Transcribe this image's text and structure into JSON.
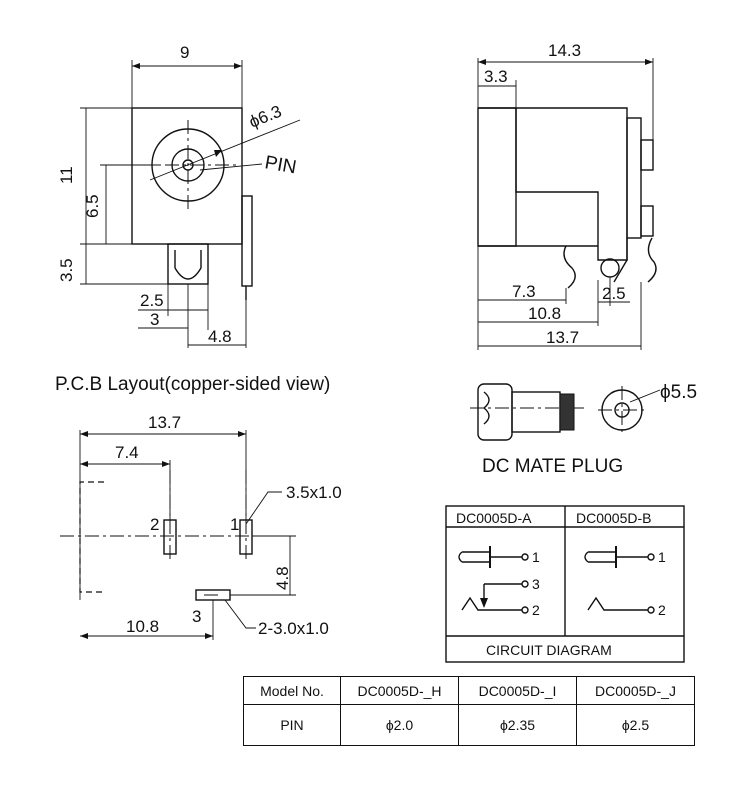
{
  "front_view": {
    "width": "9",
    "height": "11",
    "center_height": "6.5",
    "pin_depth": "3.5",
    "hole_diameter": "ϕ6.3",
    "pin_label": "PIN",
    "pin_offset_a": "2.5",
    "pin_offset_b": "3",
    "pin_offset_c": "4.8"
  },
  "side_view": {
    "length": "14.3",
    "front_depth": "3.3",
    "dim_a": "7.3",
    "dim_b": "10.8",
    "dim_c": "2.5",
    "dim_d": "13.7"
  },
  "pcb_layout": {
    "title": "P.C.B Layout(copper-sided view)",
    "width": "13.7",
    "dim_a": "7.4",
    "pad_size": "3.5x1.0",
    "dim_b": "4.8",
    "dim_c": "10.8",
    "slot_size": "2-3.0x1.0",
    "pin1": "1",
    "pin2": "2",
    "pin3": "3"
  },
  "mate_plug": {
    "label": "DC MATE PLUG",
    "diameter": "ϕ5.5"
  },
  "circuit": {
    "col_a": "DC0005D-A",
    "col_b": "DC0005D-B",
    "footer": "CIRCUIT DIAGRAM",
    "pin_1": "1",
    "pin_2": "2",
    "pin_3": "3"
  },
  "model_table": {
    "headers": [
      "Model No.",
      "DC0005D-_H",
      "DC0005D-_I",
      "DC0005D-_J"
    ],
    "row_label": "PIN",
    "values": [
      "ϕ2.0",
      "ϕ2.35",
      "ϕ2.5"
    ]
  }
}
